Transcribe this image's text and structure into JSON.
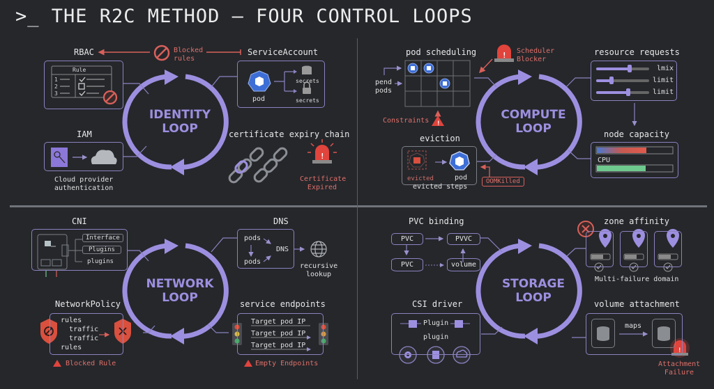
{
  "title": ">_ THE R2C METHOD — FOUR CONTROL LOOPS",
  "colors": {
    "background": "#25272b",
    "loop_purple": "#9d8fe0",
    "alert_red": "#e0544c",
    "line_purple": "#8c82c0",
    "pod_blue": "#3d6ed6"
  },
  "identity": {
    "loop_label_1": "IDENTITY",
    "loop_label_2": "LOOP",
    "rbac": {
      "title": "RBAC",
      "table_header": "Rule",
      "rows": [
        "1",
        "2",
        "3"
      ]
    },
    "blocked": {
      "line1": "Blocked",
      "line2": "rules"
    },
    "service_account": {
      "title": "ServiceAccount",
      "pod_label": "pod",
      "secret_1": "secrets",
      "secret_2": "secrets"
    },
    "iam": {
      "title": "IAM",
      "caption_1": "Cloud provider",
      "caption_2": "authentication"
    },
    "cert": {
      "title": "certificate expiry chain",
      "alert_1": "Certificate",
      "alert_2": "Expired"
    }
  },
  "compute": {
    "loop_label_1": "COMPUTE",
    "loop_label_2": "LOOP",
    "scheduling": {
      "title": "pod scheduling",
      "pend_1": "pend",
      "pend_2": "pods",
      "constraints": "Constraints"
    },
    "scheduler_alert": {
      "line1": "Scheduler",
      "line2": "Blocker"
    },
    "resources": {
      "title": "resource requests",
      "sliders": [
        {
          "label": "lmix",
          "pct": 65
        },
        {
          "label": "limit",
          "pct": 27
        },
        {
          "label": "limit",
          "pct": 60
        }
      ]
    },
    "node_capacity": {
      "title": "node capacity",
      "bar_label": "CPU",
      "bar1_pct": 72,
      "bar2_pct": 72
    },
    "eviction": {
      "title": "eviction",
      "evicted_label": "evicted",
      "pod_label": "pod",
      "caption": "evicted steps",
      "oom": "OOMKilled"
    }
  },
  "network": {
    "loop_label_1": "NETWORK",
    "loop_label_2": "LOOP",
    "cni": {
      "title": "CNI",
      "items": [
        "Interface",
        "Plugins",
        "plugins"
      ]
    },
    "dns": {
      "title": "DNS",
      "pods_1": "pods",
      "pods_2": "pods",
      "center": "DNS",
      "caption_1": "recursive",
      "caption_2": "lookup"
    },
    "policy": {
      "title": "NetworkPolicy",
      "lines": [
        "rules",
        "traffic",
        "traffic",
        "rules"
      ],
      "alert": "Blocked Rule"
    },
    "endpoints": {
      "title": "service endpoints",
      "targets": [
        "Target pod IP",
        "Target pod IP",
        "Target pod IP"
      ],
      "alert": "Empty Endpoints"
    }
  },
  "storage": {
    "loop_label_1": "STORAGE",
    "loop_label_2": "LOOP",
    "pvc": {
      "title": "PVC binding",
      "pvc_top": "PVC",
      "pvvc": "PVVC",
      "pvc_bottom": "PVC",
      "volume": "volume"
    },
    "zone": {
      "title": "zone affinity",
      "caption": "Multi-failure domain"
    },
    "csi": {
      "title": "CSI driver",
      "plugin_1": "Plugin",
      "plugin_2": "plugin"
    },
    "attach": {
      "title": "volume attachment",
      "maps": "maps",
      "alert_1": "Attachment",
      "alert_2": "Failure"
    }
  }
}
